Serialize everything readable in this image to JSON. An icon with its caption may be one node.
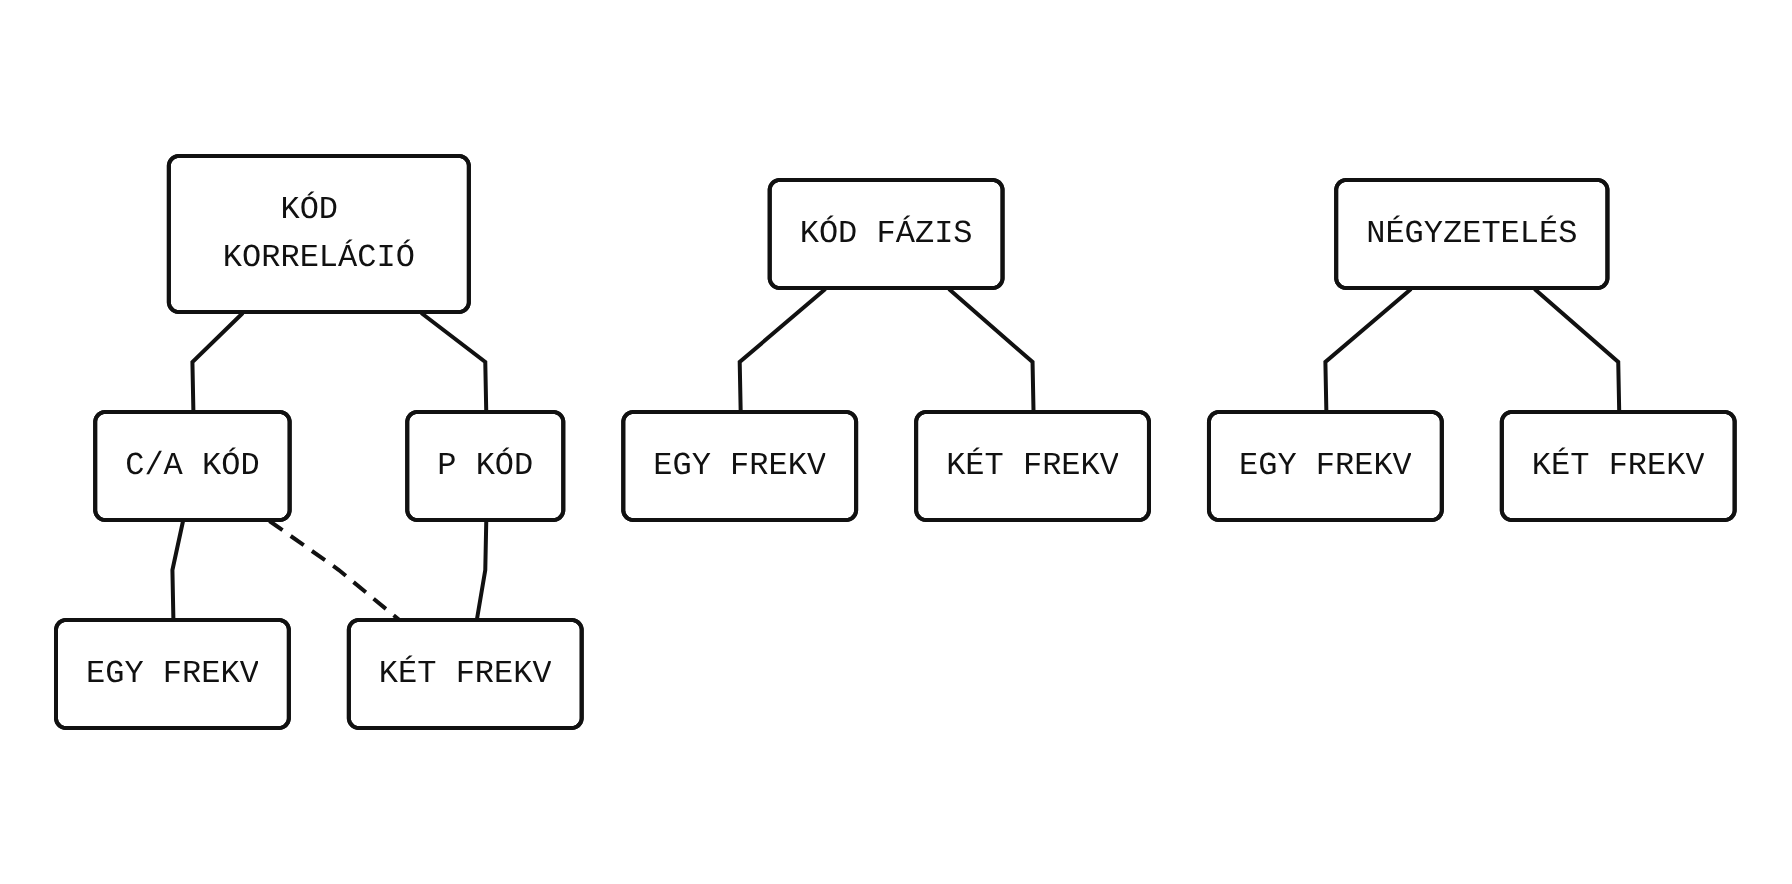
{
  "diagram": {
    "nodes": [
      {
        "text": [
          "KÓD KORRELÁCIÓ"
        ]
      },
      {
        "text": [
          "C/A KÓD"
        ]
      },
      {
        "text": [
          "P KÓD"
        ]
      },
      {
        "text": [
          "EGY FREKV"
        ]
      },
      {
        "text": [
          "KÉT FREKV"
        ]
      },
      {
        "text": [
          "KÓD FÁZIS"
        ]
      },
      {
        "text": [
          "EGY FREKV"
        ]
      },
      {
        "text": [
          "KÉT FREKV"
        ]
      },
      {
        "text": [
          "NÉGYZETELÉS"
        ]
      },
      {
        "text": [
          "EGY FREKV"
        ]
      },
      {
        "text": [
          "KÉT FREKV"
        ]
      }
    ],
    "edges": [
      {
        "from": 0,
        "to": 1,
        "arrow": "none"
      },
      {
        "from": 0,
        "to": 2,
        "arrow": "none"
      },
      {
        "from": 1,
        "to": 3,
        "arrow": "none"
      },
      {
        "from": 2,
        "to": 4,
        "arrow": "none"
      },
      {
        "from": 1,
        "to": 4,
        "arrow": "none",
        "style": "dashed"
      },
      {
        "from": 5,
        "to": 6,
        "arrow": "none"
      },
      {
        "from": 5,
        "to": 7,
        "arrow": "none"
      },
      {
        "from": 8,
        "to": 9,
        "arrow": "none"
      },
      {
        "from": 8,
        "to": 10,
        "arrow": "none"
      }
    ]
  }
}
